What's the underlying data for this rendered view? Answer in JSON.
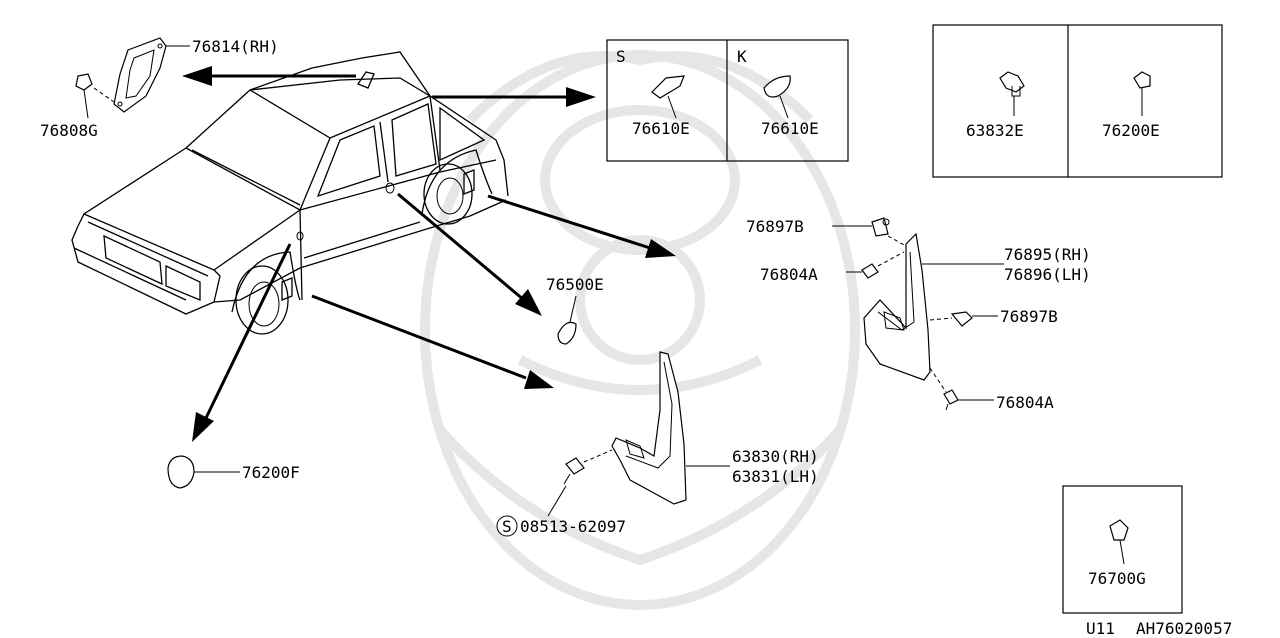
{
  "diagram": {
    "footer": {
      "model": "U11",
      "illustration_code": "AH76020057"
    },
    "inset_sk": {
      "variant_s": {
        "label": "S",
        "part": "76610E"
      },
      "variant_k": {
        "label": "K",
        "part": "76610E"
      }
    },
    "inset_fasteners": [
      {
        "part": "63832E"
      },
      {
        "part": "76200E"
      }
    ],
    "inset_bottom": {
      "part": "76700G"
    },
    "callouts": {
      "p76814": "76814(RH)",
      "p76808": "76808G",
      "p76897_top": "76897B",
      "p76895": "76895(RH)",
      "p76896": "76896(LH)",
      "p76804_top": "76804A",
      "p76897_mid": "76897B",
      "p76804_bottom": "76804A",
      "p76500": "76500E",
      "p63830": "63830(RH)",
      "p63831": "63831(LH)",
      "p76200": "76200F",
      "screw_symbol": "S",
      "screw": "08513-62097"
    }
  },
  "colors": {
    "line": "#000000",
    "watermark": "#e6e6e6",
    "background": "#ffffff"
  }
}
